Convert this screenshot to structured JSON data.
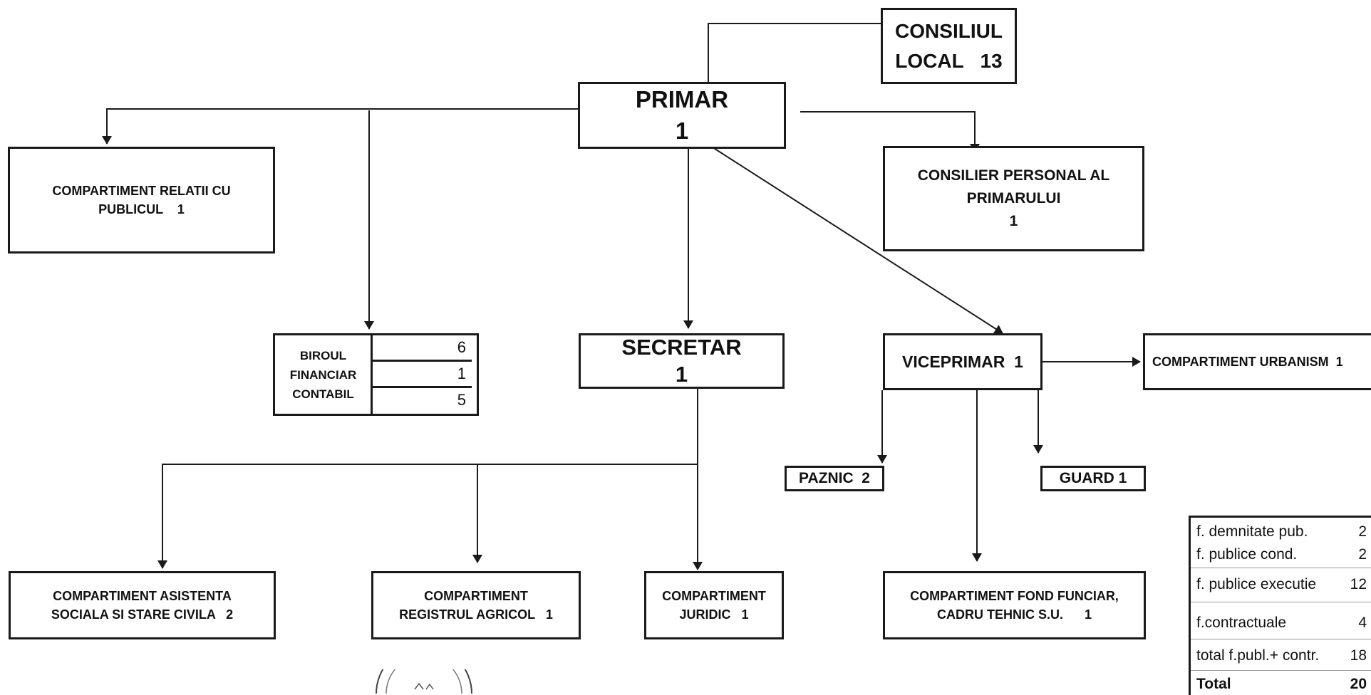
{
  "consiliu": {
    "line1": "CONSILIUL",
    "line2": "LOCAL   13"
  },
  "primar": {
    "title": "PRIMAR",
    "count": "1"
  },
  "relatii": {
    "line1": "COMPARTIMENT RELATII CU",
    "line2": "PUBLICUL    1"
  },
  "consilier": {
    "line1": "CONSILIER PERSONAL AL",
    "line2": "PRIMARULUI",
    "line3": "1"
  },
  "birou": {
    "line1": "BIROUL",
    "line2": "FINANCIAR",
    "line3": "CONTABIL",
    "values": [
      "6",
      "1",
      "5"
    ]
  },
  "secretar": {
    "title": "SECRETAR",
    "count": "1"
  },
  "viceprimar": {
    "label": "VICEPRIMAR  1"
  },
  "urbanism": {
    "label": "COMPARTIMENT URBANISM  1"
  },
  "paznic": {
    "label": "PAZNIC  2"
  },
  "guard": {
    "label": "GUARD 1"
  },
  "asistenta": {
    "line1": "COMPARTIMENT ASISTENTA",
    "line2": "SOCIALA SI STARE CIVILA   2"
  },
  "registrul": {
    "line1": "COMPARTIMENT",
    "line2": "REGISTRUL AGRICOL   1"
  },
  "juridic": {
    "line1": "COMPARTIMENT",
    "line2": "JURIDIC   1"
  },
  "fond": {
    "line1": "COMPARTIMENT FOND FUNCIAR,",
    "line2": "CADRU TEHNIC S.U.      1"
  },
  "totals": {
    "rows": [
      {
        "label": "f. demnitate pub.",
        "value": "2"
      },
      {
        "label": "f. publice cond.",
        "value": "2"
      },
      {
        "label": "f. publice executie",
        "value": "12"
      },
      {
        "label": "f.contractuale",
        "value": "4"
      },
      {
        "label": "total f.publ.+ contr.",
        "value": "18"
      },
      {
        "label": "Total",
        "value": "20"
      }
    ]
  }
}
